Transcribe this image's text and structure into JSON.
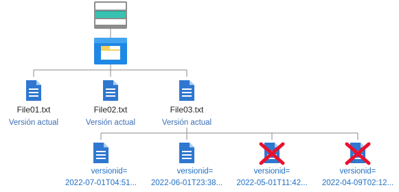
{
  "storage_account": {
    "icon": "storage-account-icon"
  },
  "container": {
    "icon": "blob-container-icon"
  },
  "files": [
    {
      "name": "File01.txt",
      "status": "Versión actual",
      "icon": "file-icon"
    },
    {
      "name": "File02.txt",
      "status": "Versión actual",
      "icon": "file-icon"
    },
    {
      "name": "File03.txt",
      "status": "Versión actual",
      "icon": "file-icon"
    }
  ],
  "versions": [
    {
      "label": "versionid=",
      "id": "2022-07-01T04:51...",
      "deleted": false,
      "icon": "file-icon"
    },
    {
      "label": "versionid=",
      "id": "2022-06-01T23:38...",
      "deleted": false,
      "icon": "file-icon"
    },
    {
      "label": "versionid=",
      "id": "2022-05-01T11:42...",
      "deleted": true,
      "icon": "deleted-file-icon"
    },
    {
      "label": "versionid=",
      "id": "2022-04-09T02:12...",
      "deleted": true,
      "icon": "deleted-file-icon"
    }
  ],
  "colors": {
    "file_blue": "#2f77d0",
    "file_fold": "#a9cdf2",
    "delete_red": "#e8112d",
    "connector": "#8a8a8a",
    "storage_teal": "#37c2b1",
    "storage_gray": "#8c8c8c",
    "container_blue": "#1e88e5",
    "container_header": "#43a5f0",
    "folder_yellow": "#f6d25d"
  }
}
